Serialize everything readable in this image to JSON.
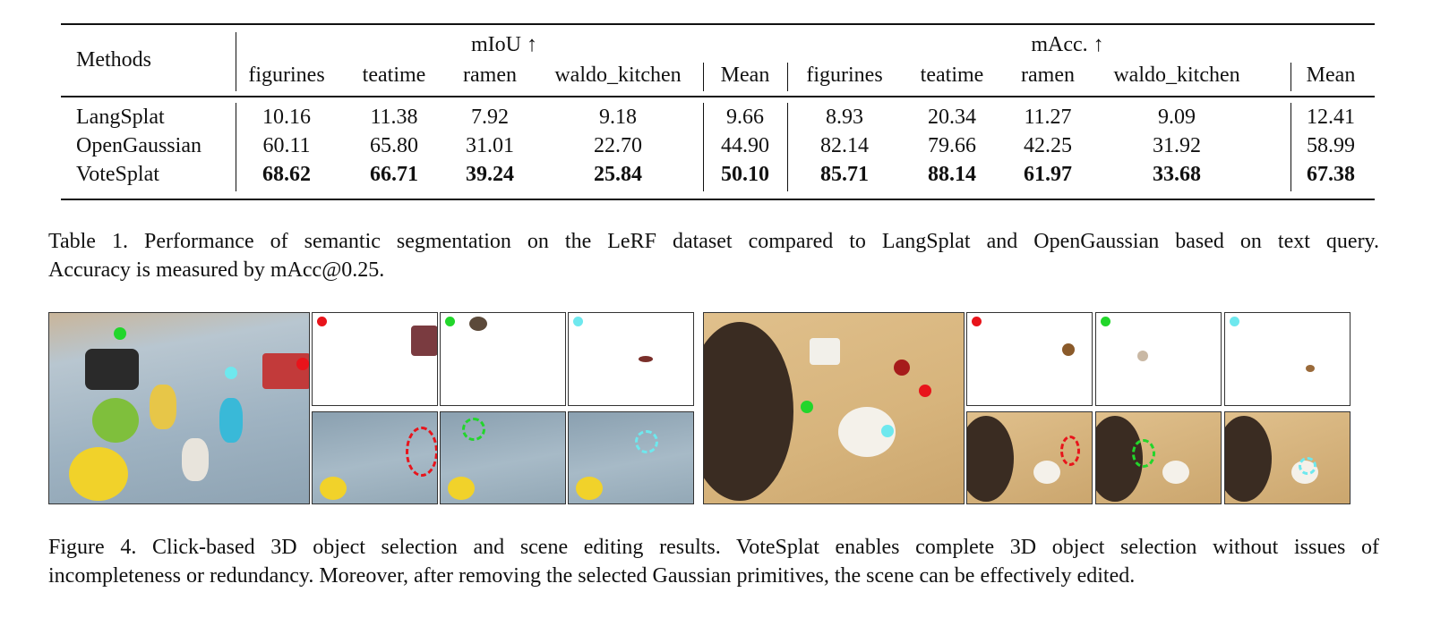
{
  "table": {
    "header": {
      "methods": "Methods",
      "group1": "mIoU ↑",
      "group2": "mAcc. ↑",
      "cols": [
        "figurines",
        "teatime",
        "ramen",
        "waldo_kitchen",
        "Mean",
        "figurines",
        "teatime",
        "ramen",
        "waldo_kitchen",
        "Mean"
      ]
    },
    "rows": [
      {
        "method": "LangSplat",
        "values": [
          "10.16",
          "11.38",
          "7.92",
          "9.18",
          "9.66",
          "8.93",
          "20.34",
          "11.27",
          "9.09",
          "12.41"
        ]
      },
      {
        "method": "OpenGaussian",
        "values": [
          "60.11",
          "65.80",
          "31.01",
          "22.70",
          "44.90",
          "82.14",
          "79.66",
          "42.25",
          "31.92",
          "58.99"
        ]
      },
      {
        "method": "VoteSplat",
        "values": [
          "68.62",
          "66.71",
          "39.24",
          "25.84",
          "50.10",
          "85.71",
          "88.14",
          "61.97",
          "33.68",
          "67.38"
        ]
      }
    ],
    "bold_row": "VoteSplat"
  },
  "table_caption": {
    "line1": "Table 1. Performance of semantic segmentation on the LeRF dataset compared to LangSplat and OpenGaussian based on text query.",
    "line2": "Accuracy is measured by mAcc@0.25."
  },
  "figure": {
    "marker_colors": {
      "red": "#e8141b",
      "green": "#22d62b",
      "cyan": "#6ee8ee"
    }
  },
  "figure_caption": {
    "line1": "Figure 4. Click-based 3D object selection and scene editing results. VoteSplat enables complete 3D object selection without issues of",
    "line2": "incompleteness or redundancy. Moreover, after removing the selected Gaussian primitives, the scene can be effectively edited."
  }
}
